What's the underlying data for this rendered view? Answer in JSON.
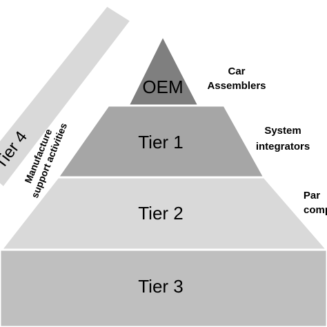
{
  "diagram": {
    "tiers": [
      {
        "id": "oem",
        "label": "OEM",
        "color": "#7f7f7f"
      },
      {
        "id": "tier1",
        "label": "Tier 1",
        "color": "#a6a6a6"
      },
      {
        "id": "tier2",
        "label": "Tier 2",
        "color": "#d9d9d9"
      },
      {
        "id": "tier3",
        "label": "Tier 3",
        "color": "#bfbfbf"
      }
    ],
    "side_labels": {
      "oem": [
        "Car",
        "Assemblers"
      ],
      "tier1": [
        "System",
        "integrators"
      ],
      "tier2": [
        "Par",
        "comp"
      ]
    },
    "tier4_band": {
      "label": "Tier 4",
      "color": "#d9d9d9"
    },
    "support_label": [
      "Manufacture",
      "support activities"
    ],
    "outline_color": "#ffffff"
  }
}
